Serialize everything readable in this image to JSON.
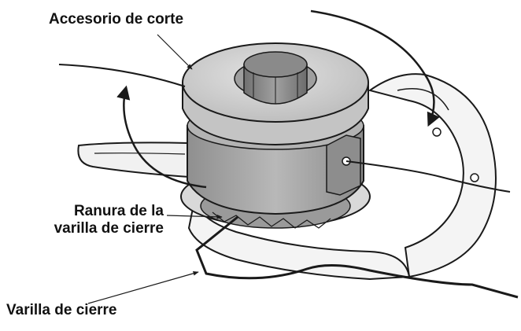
{
  "labels": {
    "cutting_attachment": "Accesorio de corte",
    "rod_groove_line1": "Ranura de la",
    "rod_groove_line2": "varilla de cierre",
    "locking_rod": "Varilla de cierre"
  },
  "colors": {
    "outline": "#1a1a1a",
    "spool_light": "#cfcfcf",
    "spool_mid": "#a9a9a9",
    "spool_dark": "#7a7a7a",
    "hub": "#8c8c8c",
    "shield": "#f4f4f4",
    "text": "#111111"
  }
}
